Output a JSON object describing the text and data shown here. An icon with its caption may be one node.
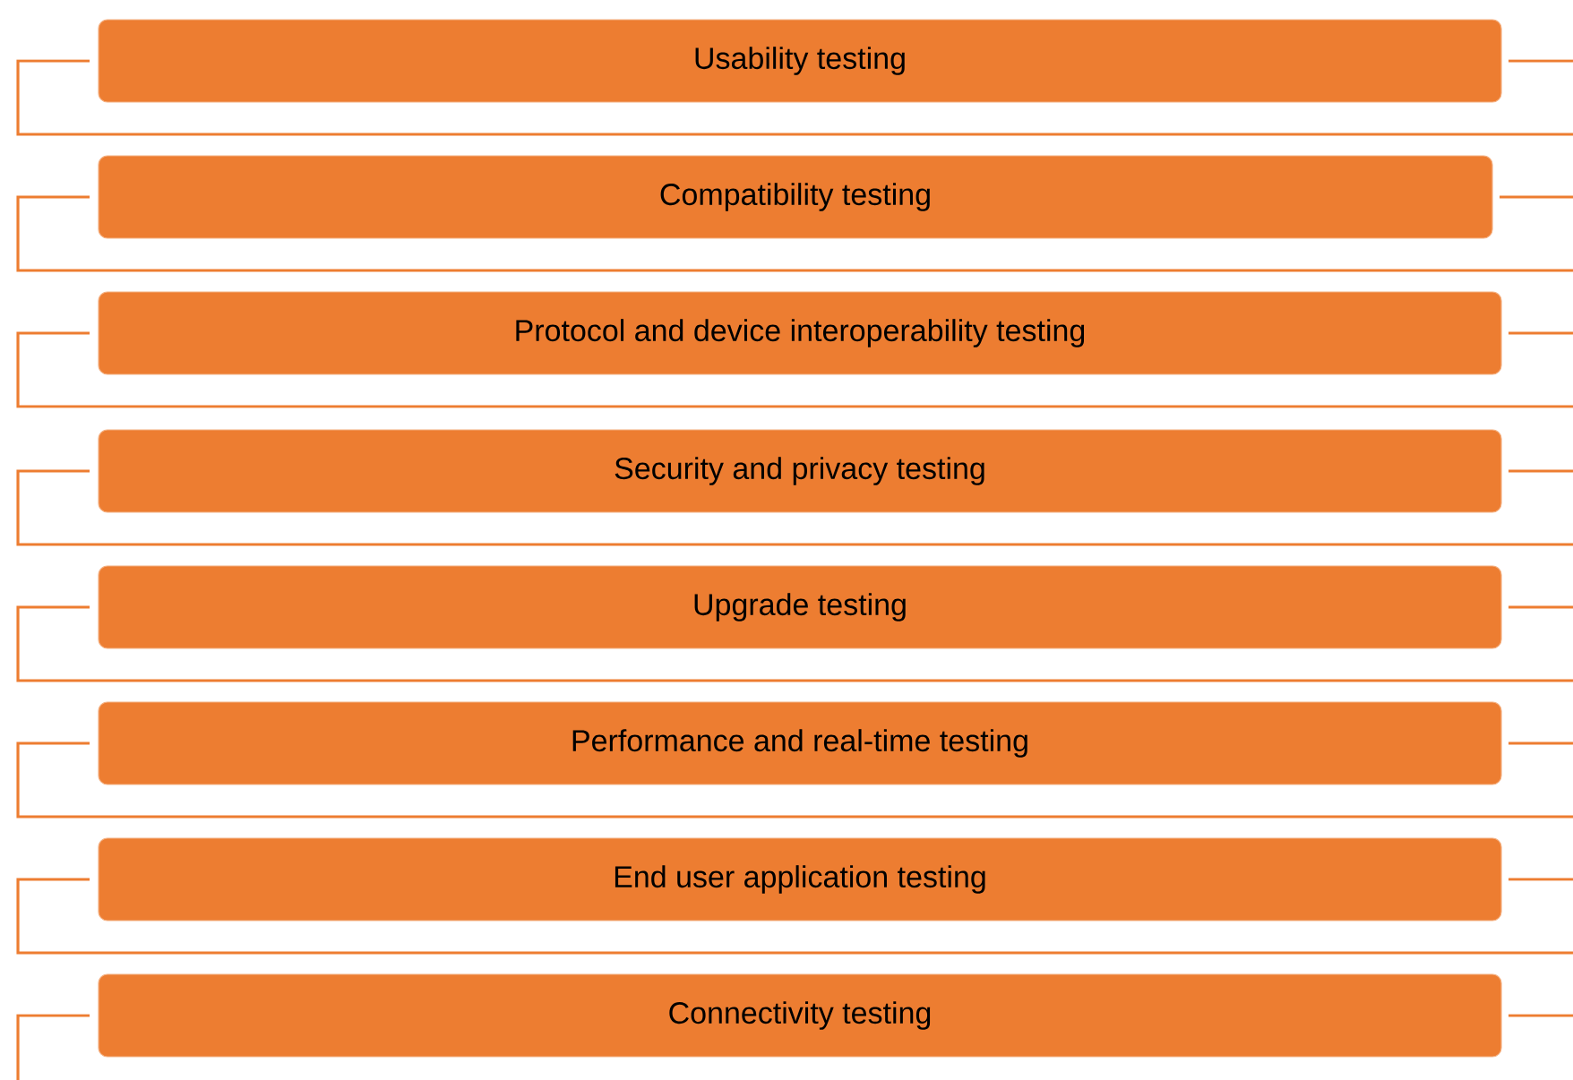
{
  "diagram": {
    "nodes": [
      {
        "text": [
          "Usability testing"
        ]
      },
      {
        "text": [
          "Compatibility testing"
        ]
      },
      {
        "text": [
          "Protocol and device interoperability testing"
        ]
      },
      {
        "text": [
          "Security and privacy testing"
        ]
      },
      {
        "text": [
          "Upgrade testing"
        ]
      },
      {
        "text": [
          "Performance and real-time testing"
        ]
      },
      {
        "text": [
          "End user application testing"
        ]
      },
      {
        "text": [
          "Connectivity testing"
        ]
      }
    ]
  }
}
